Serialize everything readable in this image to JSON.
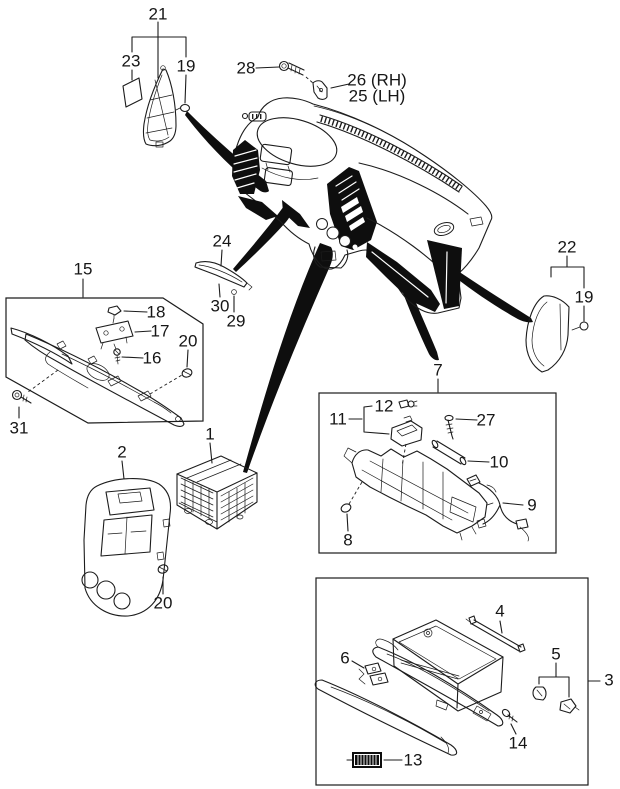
{
  "diagram": {
    "background": "#ffffff",
    "line_color": "#1c1c1c",
    "arrow_color": "#0e0e0e",
    "callouts": {
      "c21": "21",
      "c23": "23",
      "c19a": "19",
      "c28": "28",
      "c26": "26 (RH)",
      "c25": "25 (LH)",
      "c22": "22",
      "c19b": "19",
      "c24": "24",
      "c30": "30",
      "c29": "29",
      "c15": "15",
      "c18": "18",
      "c17": "17",
      "c16": "16",
      "c20a": "20",
      "c31": "31",
      "c2": "2",
      "c1": "1",
      "c20b": "20",
      "c7": "7",
      "c12": "12",
      "c11": "11",
      "c27": "27",
      "c10": "10",
      "c9": "9",
      "c8": "8",
      "c3": "3",
      "c4": "4",
      "c6": "6",
      "c5": "5",
      "c14": "14",
      "c13": "13"
    }
  }
}
